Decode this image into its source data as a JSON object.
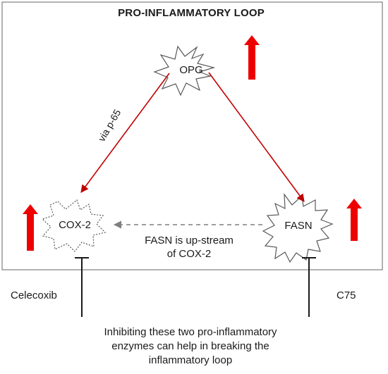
{
  "title": "PRO-INFLAMMATORY LOOP",
  "nodes": {
    "opg": "OPG",
    "cox2": "COX-2",
    "fasn": "FASN"
  },
  "edges": {
    "opg_to_cox2": "via p-65",
    "fasn_to_cox2": [
      "FASN is up-stream",
      "of COX-2"
    ]
  },
  "inhibitors": {
    "cox2": "Celecoxib",
    "fasn": "C75"
  },
  "footer": [
    "Inhibiting these two pro-inflammatory",
    "enzymes can help in breaking the",
    "inflammatory loop"
  ],
  "colors": {
    "arrow": "#c00000",
    "up_arrow": "#ee0000",
    "dashed_arrow": "#7f7f7f",
    "frame": "#7f7f7f"
  },
  "up_arrow_icons": [
    "opg",
    "cox2",
    "fasn"
  ]
}
